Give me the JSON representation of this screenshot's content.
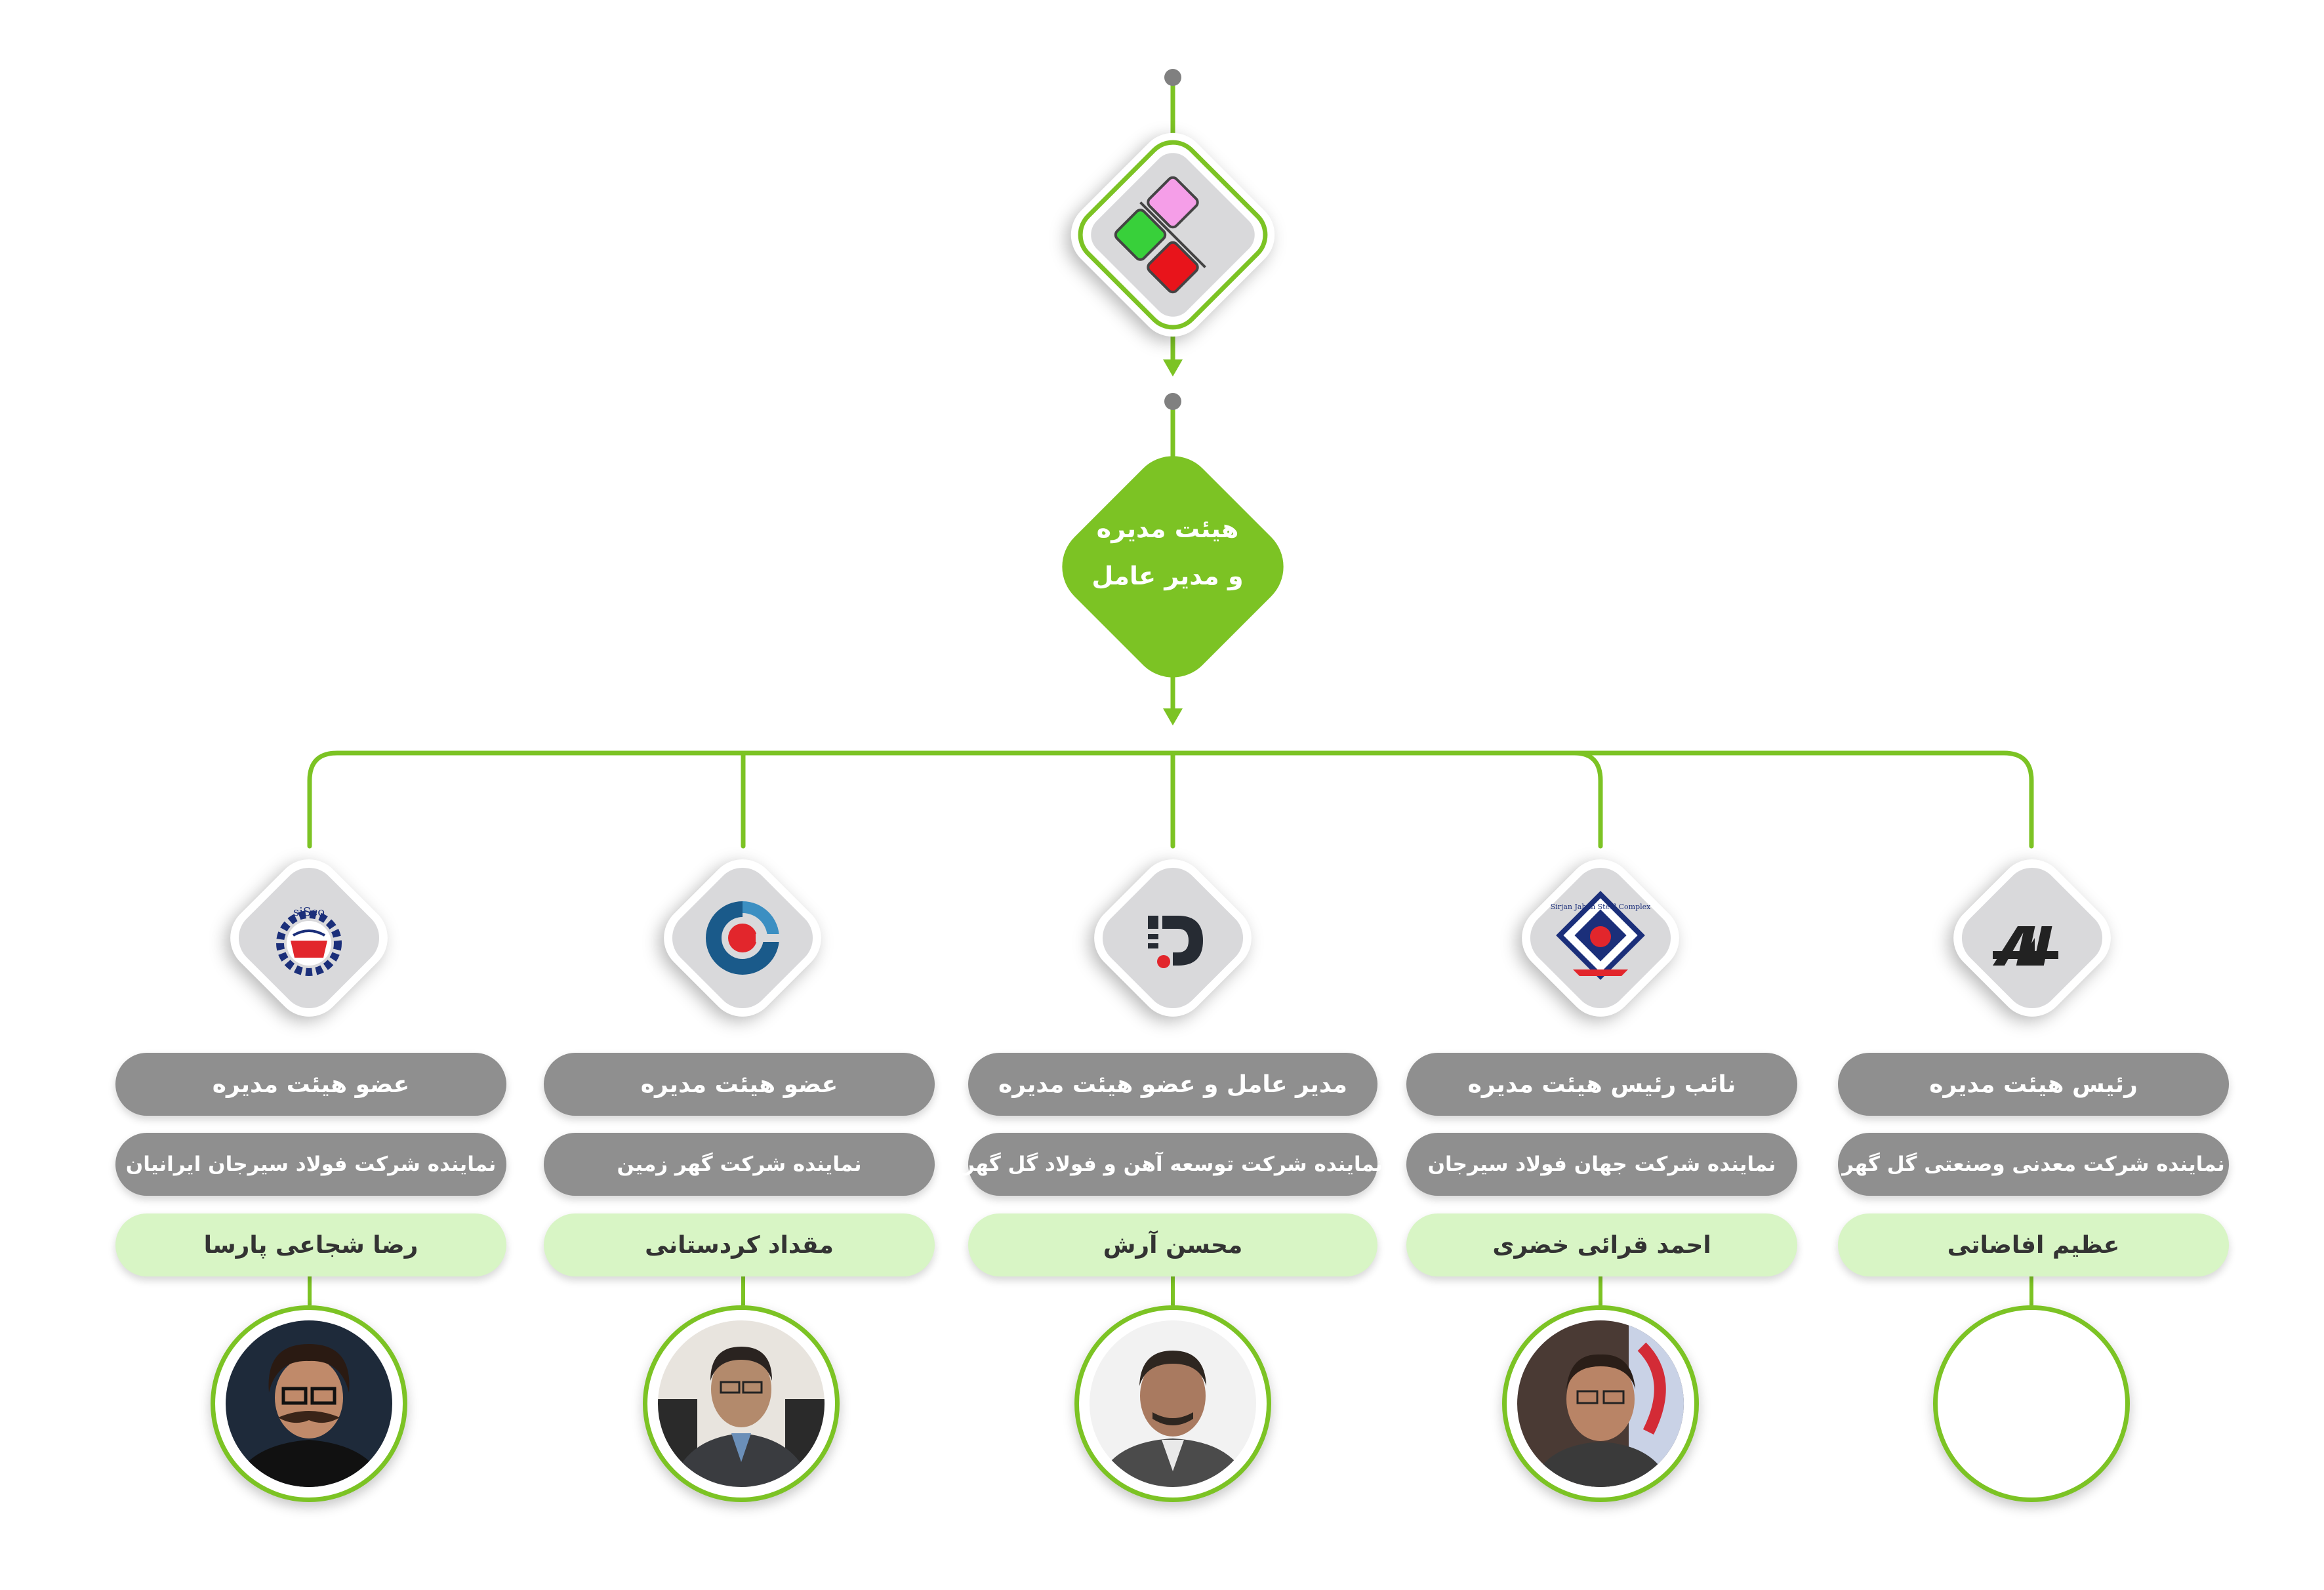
{
  "board": {
    "line1": "هیئت مدیره",
    "line2": "و مدیر عامل"
  },
  "colors": {
    "accent": "#7cc324",
    "pill_gray": "#8f8f8f",
    "pill_name": "#d8f5c5",
    "dot": "#808080"
  },
  "members": [
    {
      "role": "رئیس هیئت مدیره",
      "representative": "نماینده شرکت معدنی وصنعتی گل گهر",
      "name": "عظیم افاضاتی",
      "logo": "gol-gohar-logo",
      "photo": "empty-photo"
    },
    {
      "role": "نائب رئیس هیئت مدیره",
      "representative": "نماینده شرکت جهان فولاد سیرجان",
      "name": "احمد قرائی خضری",
      "logo": "sirjan-jahan-steel-logo",
      "logo_text": "Sirjan Jahan Steel Complex",
      "photo": "member-photo"
    },
    {
      "role": "مدیر عامل و عضو هیئت مدیره",
      "representative": "نماینده شرکت توسعه آهن و فولاد گل گهر",
      "name": "محسن آرش",
      "logo": "development-d-logo",
      "photo": "member-photo"
    },
    {
      "role": "عضو هیئت مدیره",
      "representative": "نماینده شرکت گهر زمین",
      "name": "مقداد  کردستانی",
      "logo": "gohar-zamin-logo",
      "photo": "member-photo"
    },
    {
      "role": "عضو هیئت مدیره",
      "representative": "نماینده شرکت فولاد سیرجان ایرانیان",
      "name": "رضا شجاعی پارسا",
      "logo": "sisco-logo",
      "logo_text": "siSco",
      "photo": "member-photo"
    }
  ]
}
